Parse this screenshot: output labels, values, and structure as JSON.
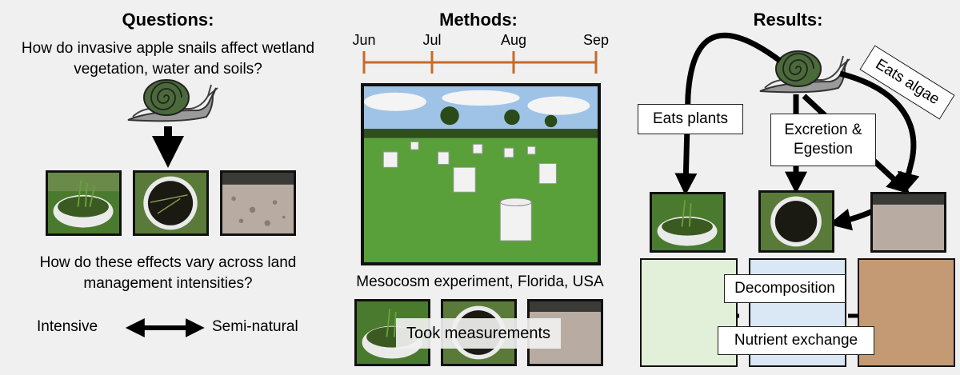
{
  "questions": {
    "heading": "Questions:",
    "q1_line1": "How do invasive apple snails affect wetland",
    "q1_line2": "vegetation, water and soils?",
    "q2_line1": "How do these effects vary across land",
    "q2_line2": "management intensities?",
    "gradient_left": "Intensive",
    "gradient_right": "Semi-natural"
  },
  "methods": {
    "heading": "Methods:",
    "timeline": [
      "Jun",
      "Jul",
      "Aug",
      "Sep"
    ],
    "photo_caption": "Mesocosm experiment, Florida, USA",
    "measure_label": "Took measurements"
  },
  "results": {
    "heading": "Results:",
    "eats_plants": "Eats plants",
    "eats_algae": "Eats algae",
    "excretion_line1": "Excretion &",
    "excretion_line2": "Egestion",
    "decomposition": "Decomposition",
    "nutrient_exchange": "Nutrient exchange"
  },
  "colors": {
    "timeline": "#c8692a",
    "plant_panel": "#e2efd9",
    "water_panel": "#dae8f5",
    "soil_panel": "#c49a74",
    "snail_shell": "#4a6a3a",
    "snail_body": "#9a9a9a"
  },
  "icons": {
    "snail": "snail-icon",
    "plant_photo": "bucket-plants-photo",
    "water_photo": "bucket-water-photo",
    "soil_photo": "soil-photo",
    "field_photo": "mesocosm-field-photo"
  }
}
